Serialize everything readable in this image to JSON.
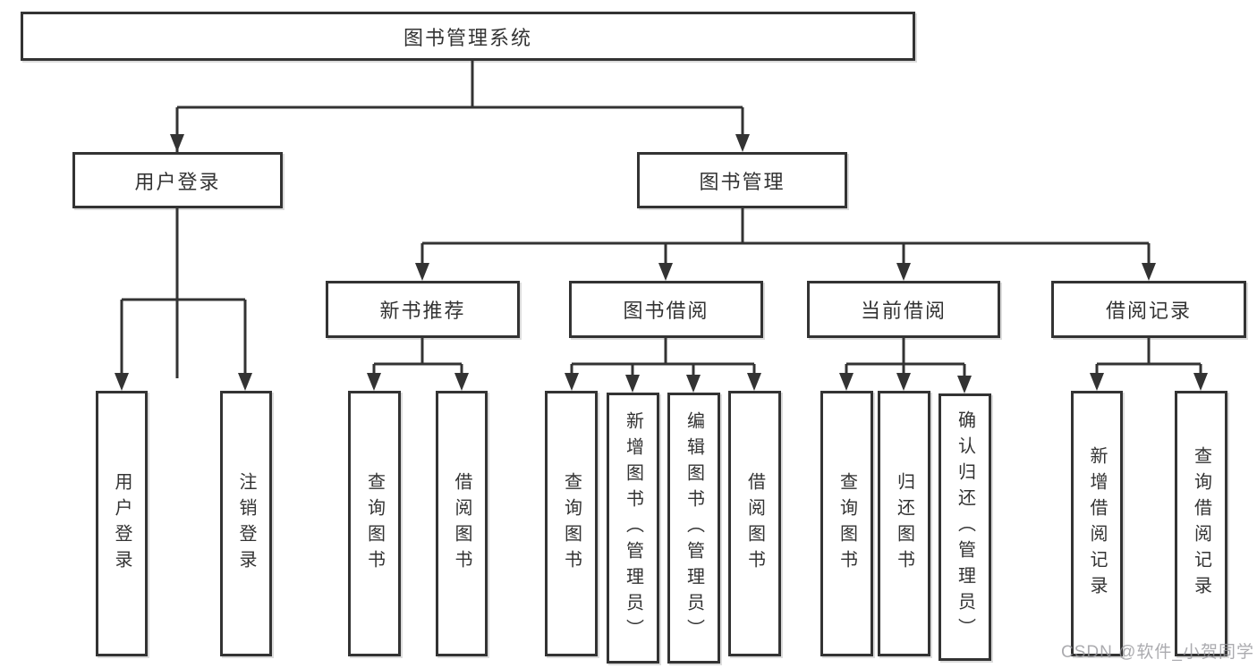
{
  "diagram": {
    "root": "图书管理系统",
    "branches": [
      {
        "label": "用户登录",
        "children": [
          {
            "label": "用户登录"
          },
          {
            "label": "注销登录"
          }
        ]
      },
      {
        "label": "图书管理",
        "children": [
          {
            "label": "新书推荐",
            "children": [
              {
                "label": "查询图书"
              },
              {
                "label": "借阅图书"
              }
            ]
          },
          {
            "label": "图书借阅",
            "children": [
              {
                "label": "查询图书"
              },
              {
                "label": "新增图书（管理员）"
              },
              {
                "label": "编辑图书（管理员）"
              },
              {
                "label": "借阅图书"
              }
            ]
          },
          {
            "label": "当前借阅",
            "children": [
              {
                "label": "查询图书"
              },
              {
                "label": "归还图书"
              },
              {
                "label": "确认归还（管理员）"
              }
            ]
          },
          {
            "label": "借阅记录",
            "children": [
              {
                "label": "新增借阅记录"
              },
              {
                "label": "查询借阅记录"
              }
            ]
          }
        ]
      }
    ]
  },
  "watermark": "CSDN @软件_小贺同学",
  "colors": {
    "line": "#333333",
    "box_border": "#333333",
    "text": "#333333",
    "watermark": "#9696a0",
    "background": "#ffffff"
  }
}
